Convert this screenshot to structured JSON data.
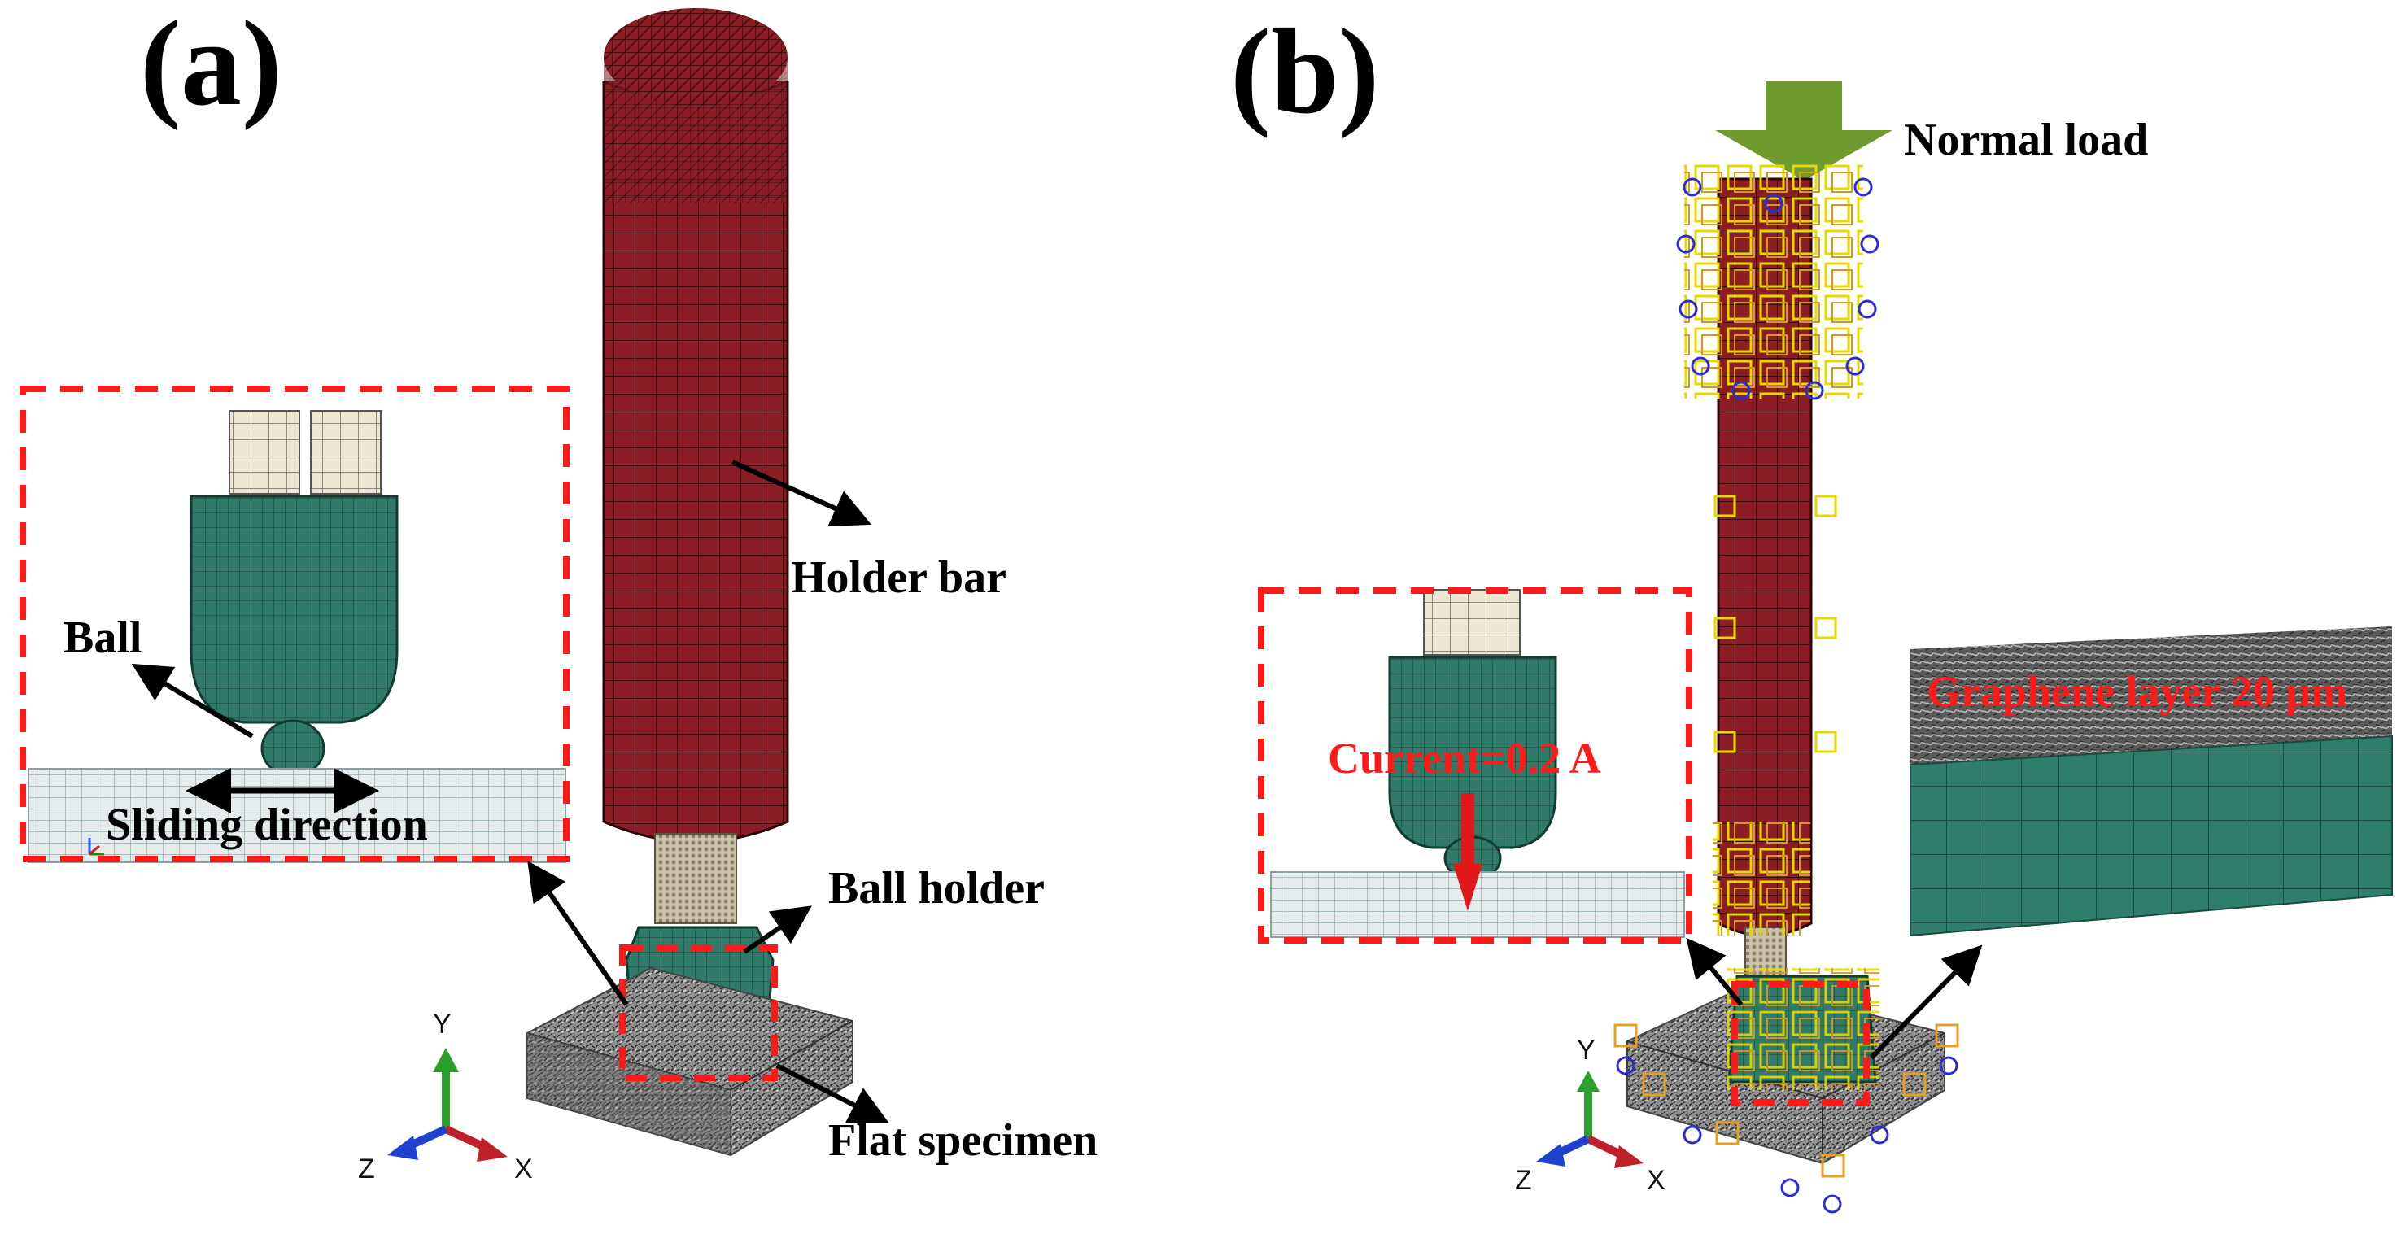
{
  "panels": [
    {
      "id": "a",
      "label": "(a)"
    },
    {
      "id": "b",
      "label": "(b)"
    }
  ],
  "labels_a": {
    "holder_bar": "Holder bar",
    "ball": "Ball",
    "sliding_direction": "Sliding direction",
    "ball_holder": "Ball holder",
    "flat_specimen": "Flat specimen"
  },
  "labels_b": {
    "normal_load": "Normal load",
    "current": "Current=0.2 A",
    "graphene_layer": "Graphene layer 20 μm"
  },
  "axes": {
    "y": "Y",
    "z": "Z",
    "x": "X"
  },
  "colors": {
    "holder_bar": "#8b1e24",
    "ball_holder_green": "#2f7a68",
    "specimen_grey": "#8a8a8a",
    "callout_red": "#ff1a1a",
    "load_arrow_green": "#6e9a2e",
    "constraint_yellow": "#e8d800",
    "constraint_blue": "#2b2bd8"
  }
}
